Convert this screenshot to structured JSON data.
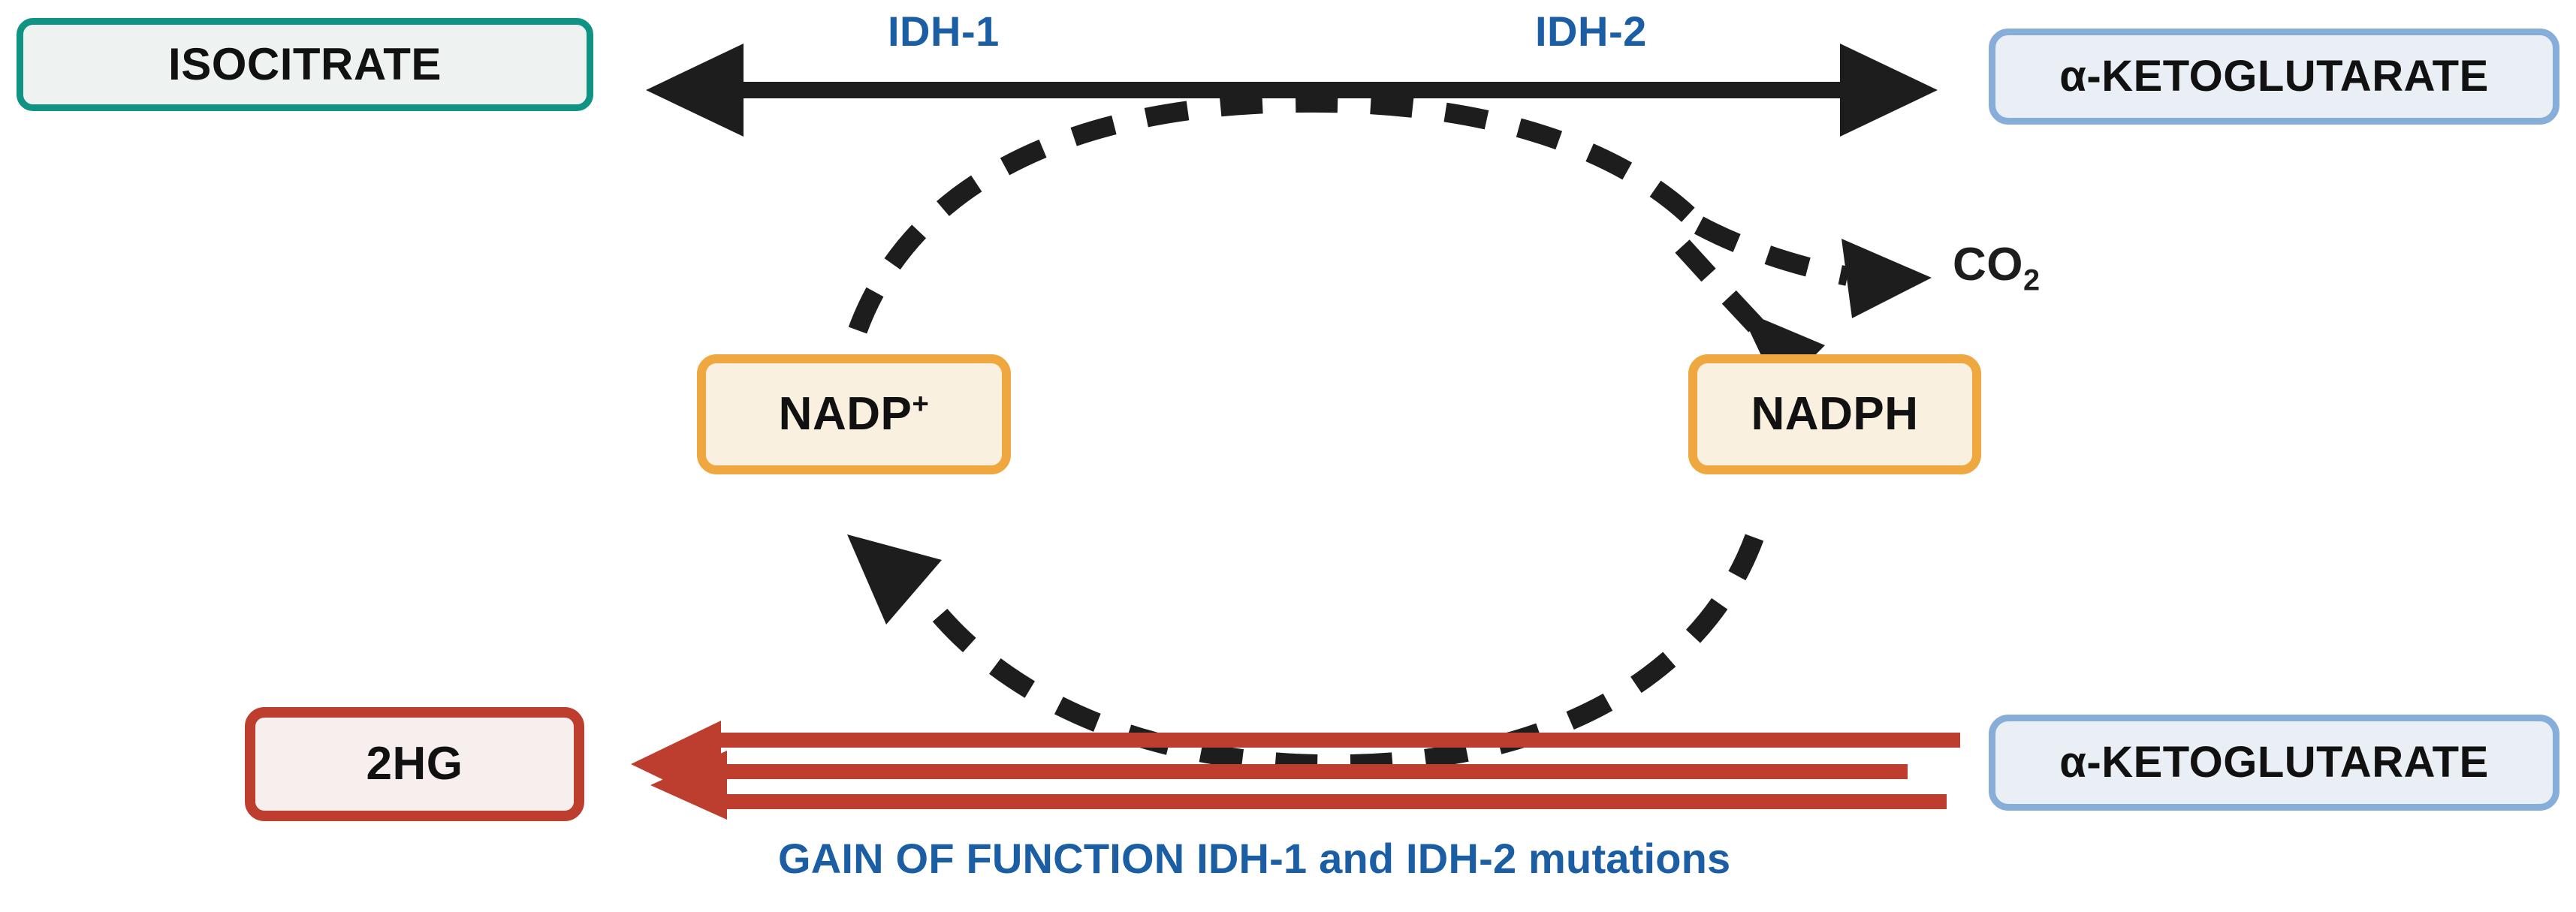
{
  "diagram": {
    "title": "IDH-1 / IDH-2 isocitrate to alpha-ketoglutarate pathway with gain-of-function 2HG production",
    "background_color": "#ffffff"
  },
  "nodes": {
    "isocitrate": {
      "label": "ISOCITRATE",
      "border_color": "#0f9383",
      "fill_color": "#eef3f1"
    },
    "alpha_ketoglutarate_top": {
      "label": "α-KETOGLUTARATE",
      "border_color": "#86aed8",
      "fill_color": "#e9eff4"
    },
    "alpha_ketoglutarate_bottom": {
      "label": "α-KETOGLUTARATE",
      "border_color": "#86aed8",
      "fill_color": "#e9eff4"
    },
    "nadp_plus": {
      "label_base": "NADP",
      "label_superscript": "+",
      "border_color": "#efa73f",
      "fill_color": "#faf0df"
    },
    "nadph": {
      "label": "NADPH",
      "border_color": "#efa73f",
      "fill_color": "#faf0df"
    },
    "two_hg": {
      "label": "2HG",
      "border_color": "#bd3e2f",
      "fill_color": "#f7efee"
    }
  },
  "labels": {
    "enzyme_left": "IDH-1",
    "enzyme_right": "IDH-2",
    "enzyme_color": "#1b5ea4",
    "co2_base": "CO",
    "co2_subscript": "2",
    "caption": "GAIN OF FUNCTION IDH-1 and IDH-2 mutations",
    "caption_color": "#1b5ea4"
  },
  "arrows": {
    "main_reversible": {
      "name": "isocitrate-to-alpha-ketoglutarate",
      "style": "solid",
      "color": "#1d1d1d",
      "heads": "both"
    },
    "cofactor_upper_arc": {
      "name": "nadp-plus-consumed-arc",
      "style": "dashed",
      "color": "#1d1d1d",
      "heads": "end"
    },
    "co2_release": {
      "name": "co2-release-branch",
      "style": "dashed",
      "color": "#1d1d1d",
      "heads": "end"
    },
    "nadph_production": {
      "name": "nadph-production-branch",
      "style": "dashed",
      "color": "#1d1d1d",
      "heads": "end"
    },
    "cofactor_lower_arc": {
      "name": "nadph-consumed-arc",
      "style": "dashed",
      "color": "#1d1d1d",
      "heads": "end"
    },
    "mutant_reaction": {
      "name": "alpha-ketoglutarate-to-2hg",
      "style": "solid-triple-line",
      "color": "#bd3e2f",
      "heads": "start",
      "line_count": 3,
      "head_count": 2
    }
  }
}
